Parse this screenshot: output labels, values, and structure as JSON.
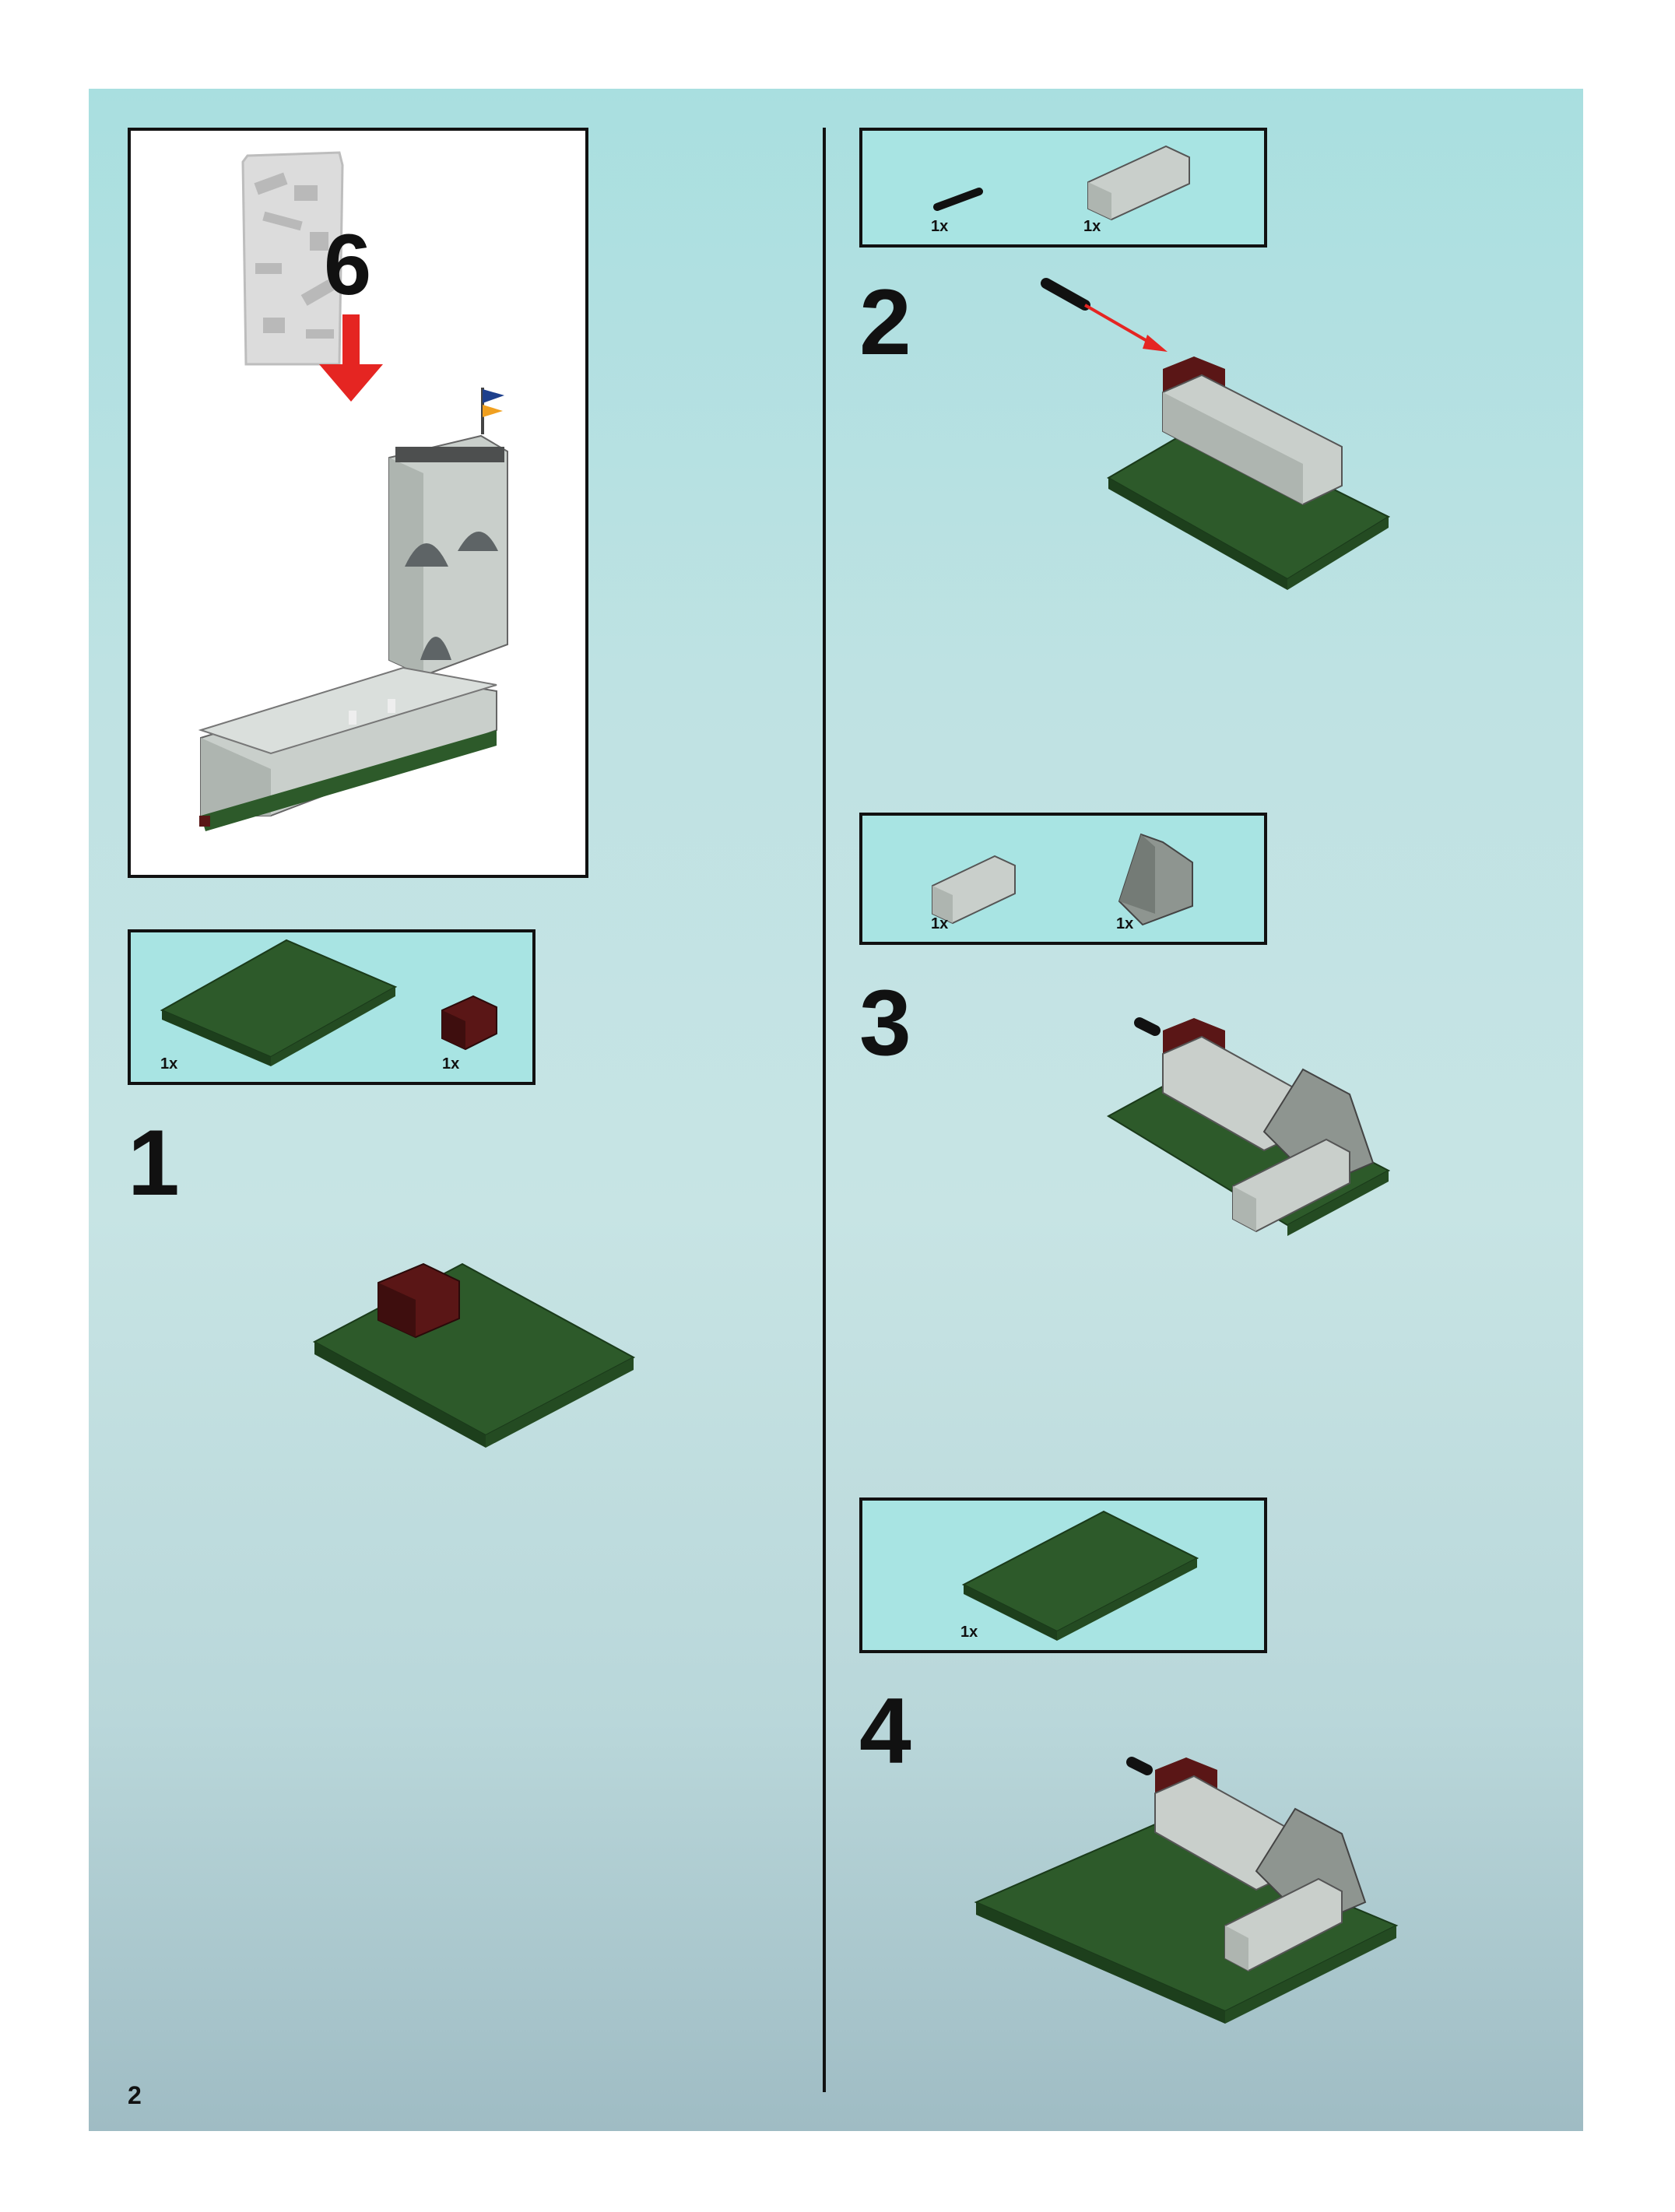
{
  "page": {
    "number": "2",
    "colors": {
      "background": "#b9dfe0",
      "parts_box": "#a8e4e3",
      "green_plate": "#2d5a2a",
      "dark_red": "#5a1616",
      "light_gray": "#c9cfcb",
      "dark_gray": "#8e9590",
      "arrow_red": "#e52522"
    }
  },
  "intro": {
    "bag_number": "6",
    "bag_icon": "parts-bag-icon",
    "arrow_icon": "down-arrow-icon",
    "model_icon": "castle-wall-tower-icon"
  },
  "steps": [
    {
      "number": "1",
      "parts": [
        {
          "qty": "1x",
          "icon": "green-plate-4x8-icon"
        },
        {
          "qty": "1x",
          "icon": "dark-red-brick-1x2-icon"
        }
      ]
    },
    {
      "number": "2",
      "parts": [
        {
          "qty": "1x",
          "icon": "black-bar-icon"
        },
        {
          "qty": "1x",
          "icon": "light-gray-brick-1x4-icon"
        }
      ]
    },
    {
      "number": "3",
      "parts": [
        {
          "qty": "1x",
          "icon": "light-gray-brick-1x3-icon"
        },
        {
          "qty": "1x",
          "icon": "dark-gray-slope-icon"
        }
      ]
    },
    {
      "number": "4",
      "parts": [
        {
          "qty": "1x",
          "icon": "green-plate-4x8-icon"
        }
      ]
    }
  ]
}
